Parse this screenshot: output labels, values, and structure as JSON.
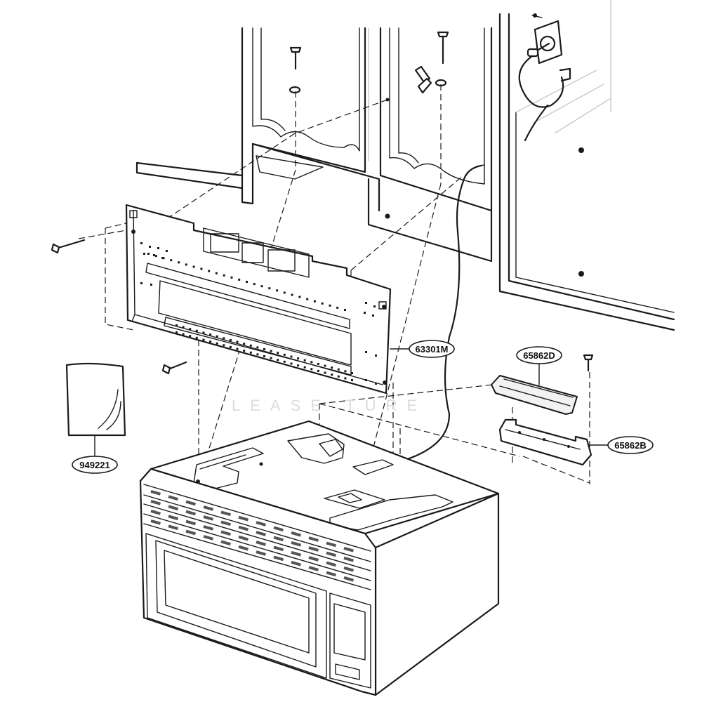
{
  "callouts": {
    "mounting_plate": "63301M",
    "bracket_top": "65862D",
    "bracket_bottom": "65862B",
    "template_sheet": "949221"
  },
  "colors": {
    "line": "#1a1a1a",
    "background": "#ffffff",
    "faint": "#c9c9c9"
  },
  "icons": {
    "power_outlet": "outlet-icon",
    "screw": "screw-icon"
  }
}
